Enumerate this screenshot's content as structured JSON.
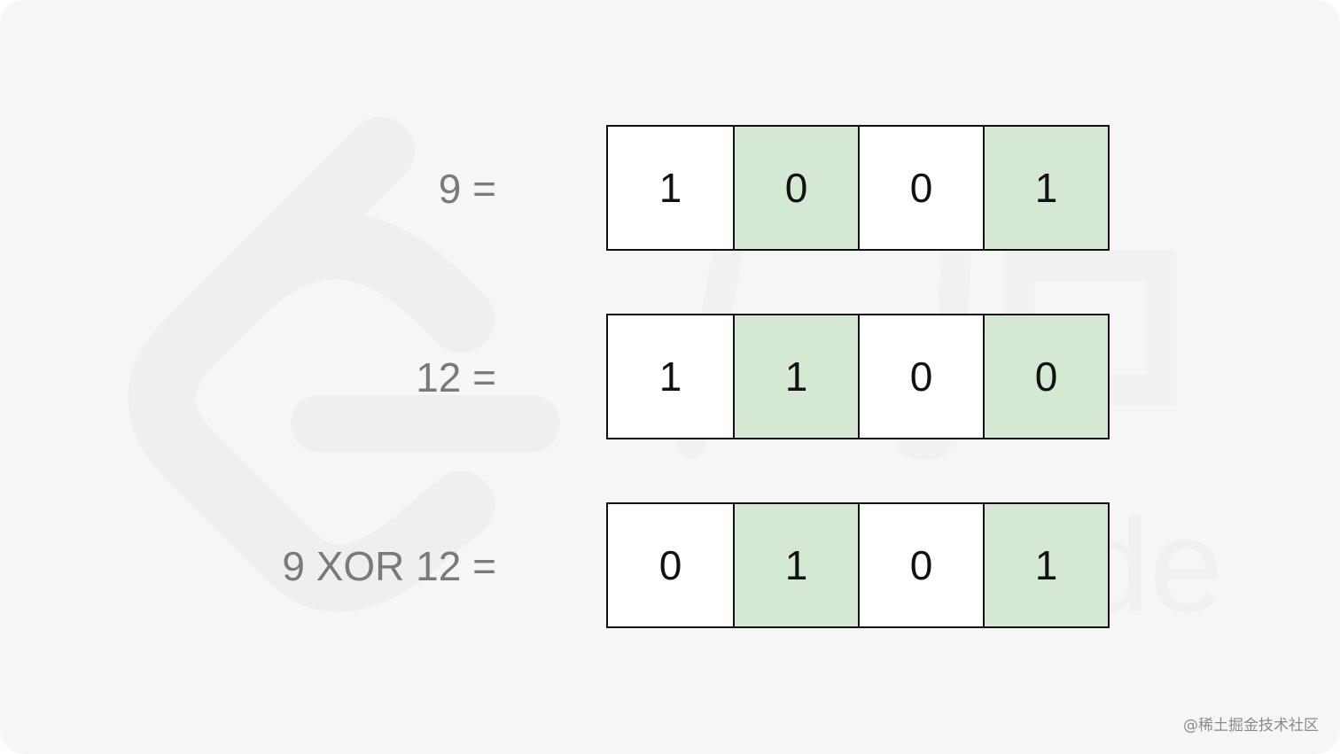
{
  "rows": [
    {
      "label": "9 =",
      "bits": [
        "1",
        "0",
        "0",
        "1"
      ]
    },
    {
      "label": "12 =",
      "bits": [
        "1",
        "1",
        "0",
        "0"
      ]
    },
    {
      "label": "9 XOR 12 =",
      "bits": [
        "0",
        "1",
        "0",
        "1"
      ]
    }
  ],
  "colors": {
    "background": "#f6f6f6",
    "cell_white": "#ffffff",
    "cell_green": "#d5e8d4",
    "border": "#111111",
    "label": "#7a7a7a"
  },
  "watermark": {
    "icon": "leetcode-logo-icon",
    "text": "LeetCode"
  },
  "credit": "@稀土掘金技术社区"
}
